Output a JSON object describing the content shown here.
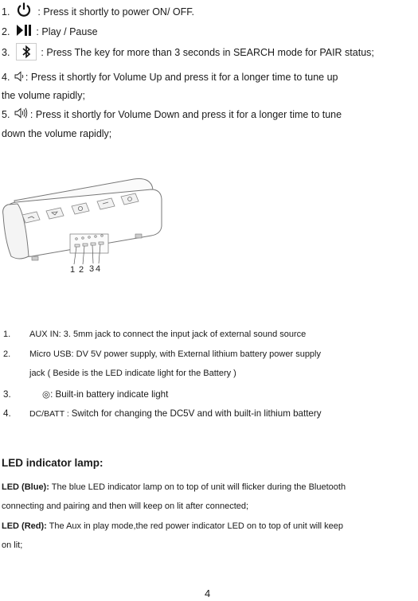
{
  "buttons": [
    {
      "num": "1.",
      "icon": "power-icon",
      "text": ": Press it shortly to power ON/ OFF."
    },
    {
      "num": "2.",
      "icon": "play-pause-icon",
      "text": ": Play / Pause"
    },
    {
      "num": "3.",
      "icon": "bluetooth-icon",
      "text": ": Press The key for more than 3 seconds in SEARCH mode for PAIR status;"
    },
    {
      "num": "4.",
      "icon": "volume-up-icon",
      "text": ": Press it shortly for Volume Up and press it for a longer time to tune up",
      "text2": "the volume rapidly;"
    },
    {
      "num": "5.",
      "icon": "volume-down-icon",
      "text": ": Press it shortly for Volume Down and press it for a longer time to tune",
      "text2": "down the volume rapidly;"
    }
  ],
  "figure": {
    "callouts": [
      "1",
      "2",
      "3",
      "4"
    ]
  },
  "ports": [
    {
      "num": "1.",
      "text": "AUX IN: 3. 5mm jack to connect the input jack of external sound source"
    },
    {
      "num": "2.",
      "text": "Micro USB: DV 5V power supply, with External lithium battery power supply",
      "text2": "jack ( Beside is the LED indicate light for the Battery )"
    },
    {
      "num": "3.",
      "text": "◎: Built-in battery indicate light"
    },
    {
      "num": "4.",
      "prefix": "DC/BATT : ",
      "text": "Switch for changing the DC5V and with built-in lithium battery"
    }
  ],
  "led": {
    "heading": "LED indicator lamp:",
    "blue_label": "LED (Blue):",
    "blue_text": " The blue LED indicator lamp on to top of unit will flicker during the Bluetooth",
    "blue_text2": "connecting and pairing and then will keep on lit after connected;",
    "red_label": "LED (Red):",
    "red_text": " The Aux in play mode,the red power indicator LED on to top of unit will keep",
    "red_text2": "on lit;"
  },
  "page_number": "4"
}
